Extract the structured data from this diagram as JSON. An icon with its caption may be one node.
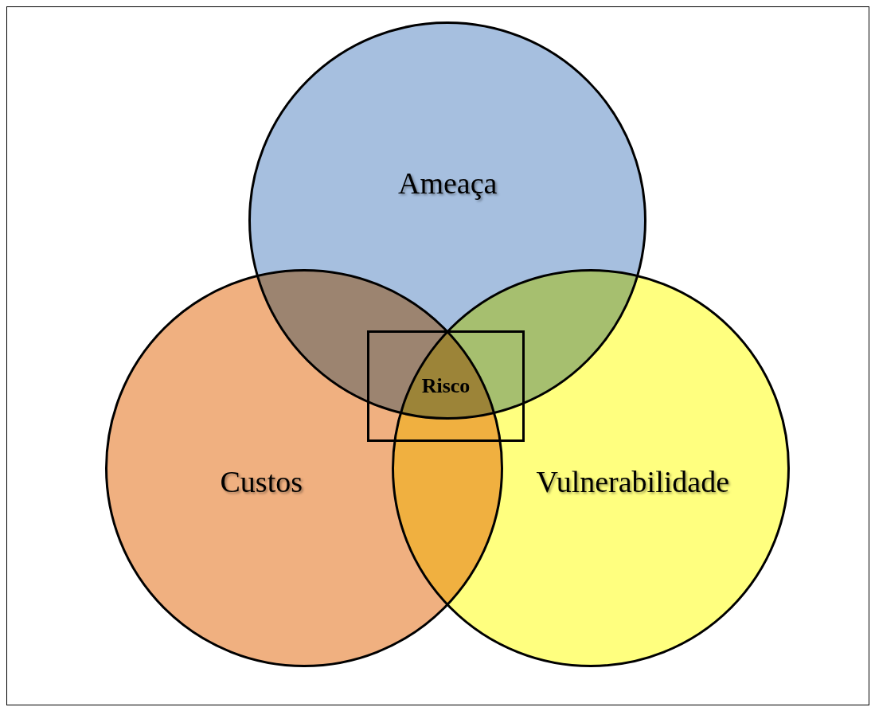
{
  "diagram": {
    "nodes": [
      {
        "text": [
          "Ameaça"
        ]
      },
      {
        "text": [
          "Custos"
        ]
      },
      {
        "text": [
          "Vulnerabilidade"
        ]
      },
      {
        "text": [
          "Risco"
        ]
      }
    ]
  }
}
